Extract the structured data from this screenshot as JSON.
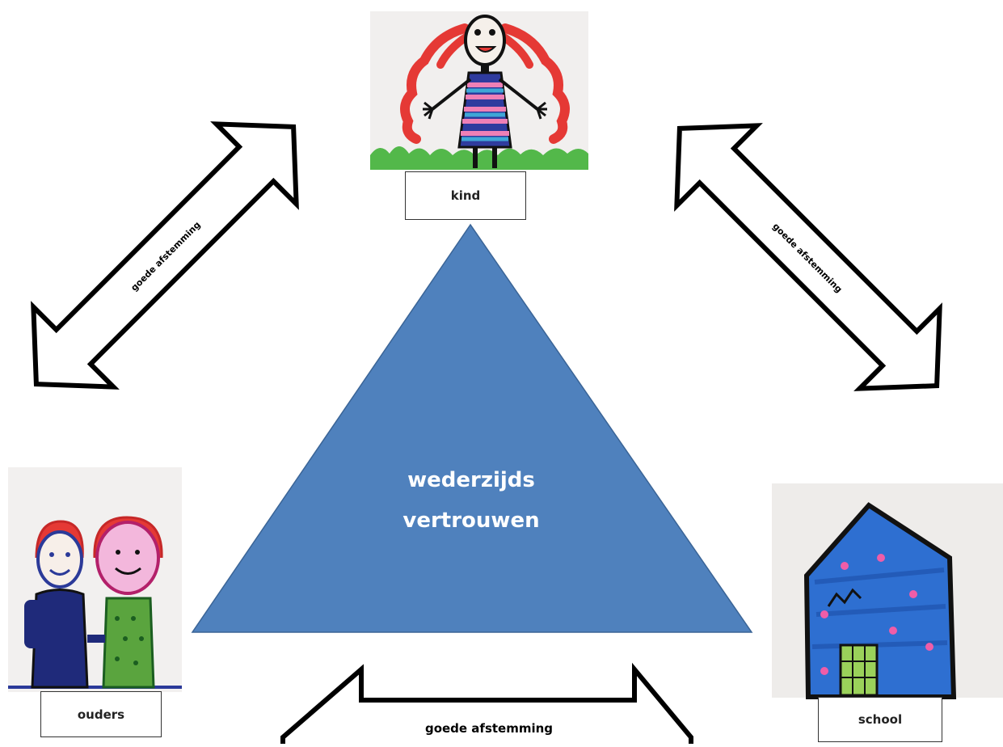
{
  "colors": {
    "triangle_fill": "#4f81bd",
    "triangle_text": "#ffffff",
    "arrow_stroke": "#000000",
    "arrow_fill": "#ffffff"
  },
  "nodes": {
    "kind": {
      "label": "kind",
      "drawing": "child-drawing"
    },
    "ouders": {
      "label": "ouders",
      "drawing": "parents-drawing"
    },
    "school": {
      "label": "school",
      "drawing": "school-building-drawing"
    }
  },
  "center": {
    "line1": "wederzijds",
    "line2": "vertrouwen"
  },
  "arrows": {
    "left": {
      "label": "goede afstemming"
    },
    "right": {
      "label": "goede afstemming"
    },
    "bottom": {
      "label": "goede afstemming"
    }
  }
}
